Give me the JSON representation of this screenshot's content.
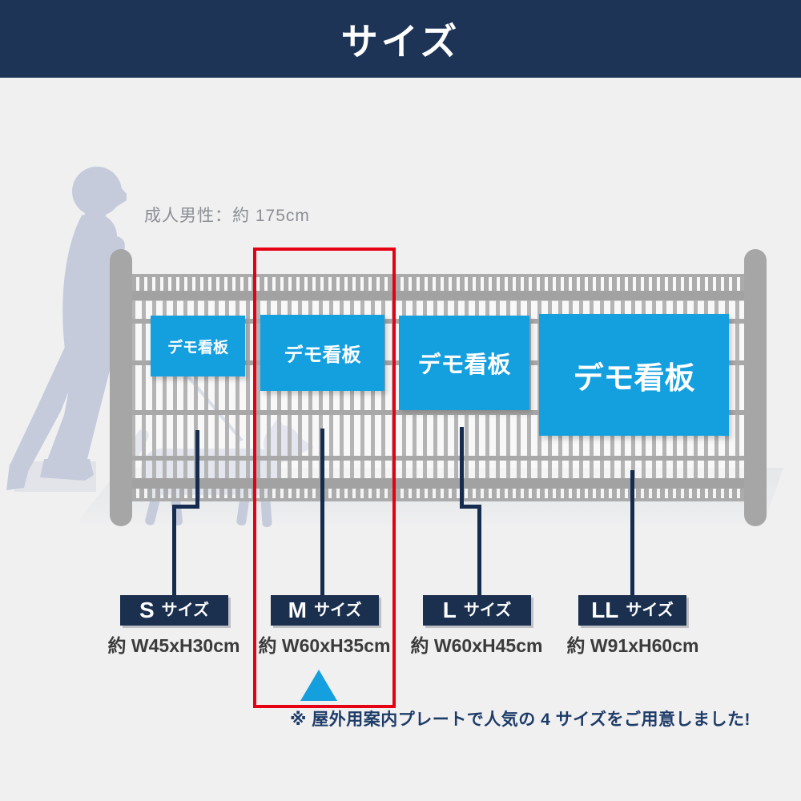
{
  "header": {
    "title": "サイズ"
  },
  "scale_reference": {
    "label": "成人男性：約 175cm"
  },
  "sizes": [
    {
      "code": "S",
      "size_word": "サイズ",
      "sign_text": "デモ看板",
      "dimensions": "約 W45xH30cm",
      "highlighted": false
    },
    {
      "code": "M",
      "size_word": "サイズ",
      "sign_text": "デモ看板",
      "dimensions": "約 W60xH35cm",
      "highlighted": true
    },
    {
      "code": "L",
      "size_word": "サイズ",
      "sign_text": "デモ看板",
      "dimensions": "約 W60xH45cm",
      "highlighted": false
    },
    {
      "code": "LL",
      "size_word": "サイズ",
      "sign_text": "デモ看板",
      "dimensions": "約 W91xH60cm",
      "highlighted": false
    }
  ],
  "footnote": {
    "text": "※ 屋外用案内プレートで人気の 4 サイズをご用意しました!"
  },
  "colors": {
    "header_navy": "#1d3456",
    "label_navy": "#1b2f4e",
    "sign_blue": "#149fde",
    "highlight_red": "#e60013",
    "silhouette": "#c5cbdb",
    "fence_gray": "#a6a6a6"
  }
}
